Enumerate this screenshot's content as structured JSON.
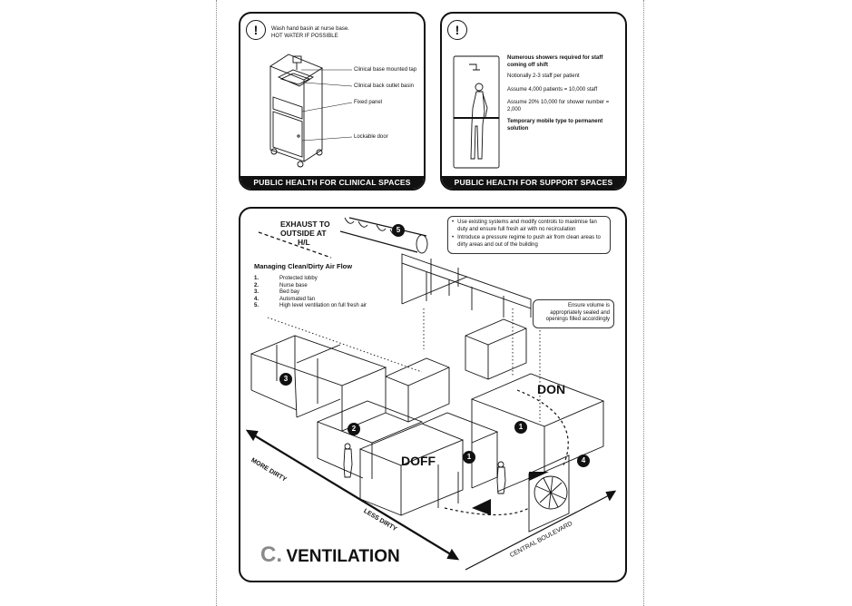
{
  "clinical_panel": {
    "intro_line1": "Wash hand basin at nurse base.",
    "intro_line2": "HOT WATER IF POSSIBLE",
    "labels": [
      "Clinical base mounted tap",
      "Clinical back outlet basin",
      "Fixed panel",
      "Lockable door"
    ],
    "banner": "PUBLIC HEALTH FOR CLINICAL SPACES",
    "warn_icon": "exclamation-icon"
  },
  "support_panel": {
    "notes": [
      {
        "text": "Numerous showers required for staff coming off shift",
        "bold": true
      },
      {
        "text": "Notionally 2-3 staff per patient",
        "bold": false
      },
      {
        "text": "Assume 4,000 patients = 10,000 staff",
        "bold": false
      },
      {
        "text": "Assume 20% 10,000 for shower number = 2,000",
        "bold": false
      },
      {
        "text": "Temporary mobile type to permanent solution",
        "bold": true
      }
    ],
    "banner": "PUBLIC HEALTH FOR SUPPORT SPACES"
  },
  "ventilation": {
    "exhaust_label": [
      "EXHAUST TO",
      "OUTSIDE AT",
      "H/L"
    ],
    "legend_title": "Managing Clean/Dirty Air Flow",
    "legend_items": [
      {
        "num": "1.",
        "text": "Protected lobby"
      },
      {
        "num": "2.",
        "text": "Nurse base"
      },
      {
        "num": "3.",
        "text": "Bed bay"
      },
      {
        "num": "4.",
        "text": "Automated fan"
      },
      {
        "num": "5.",
        "text": "High level ventilation on full fresh air"
      }
    ],
    "bullets": [
      "Use existing systems and modify controls to maximise fan duty and ensure full fresh air with no recirculation",
      "Introduce a pressure regime to push air from clean areas to dirty areas and out of the building"
    ],
    "volume_note": "Ensure volume is appropriately sealed and openings filled accordingly",
    "don_label": "DON",
    "doff_label": "DOFF",
    "more_dirty": "MORE DIRTY",
    "less_dirty": "LESS DIRTY",
    "central_boulevard": "CENTRAL BOULEVARD",
    "title_letter": "C.",
    "title_word": "VENTILATION",
    "markers": [
      "1",
      "1",
      "2",
      "3",
      "4",
      "5"
    ]
  }
}
